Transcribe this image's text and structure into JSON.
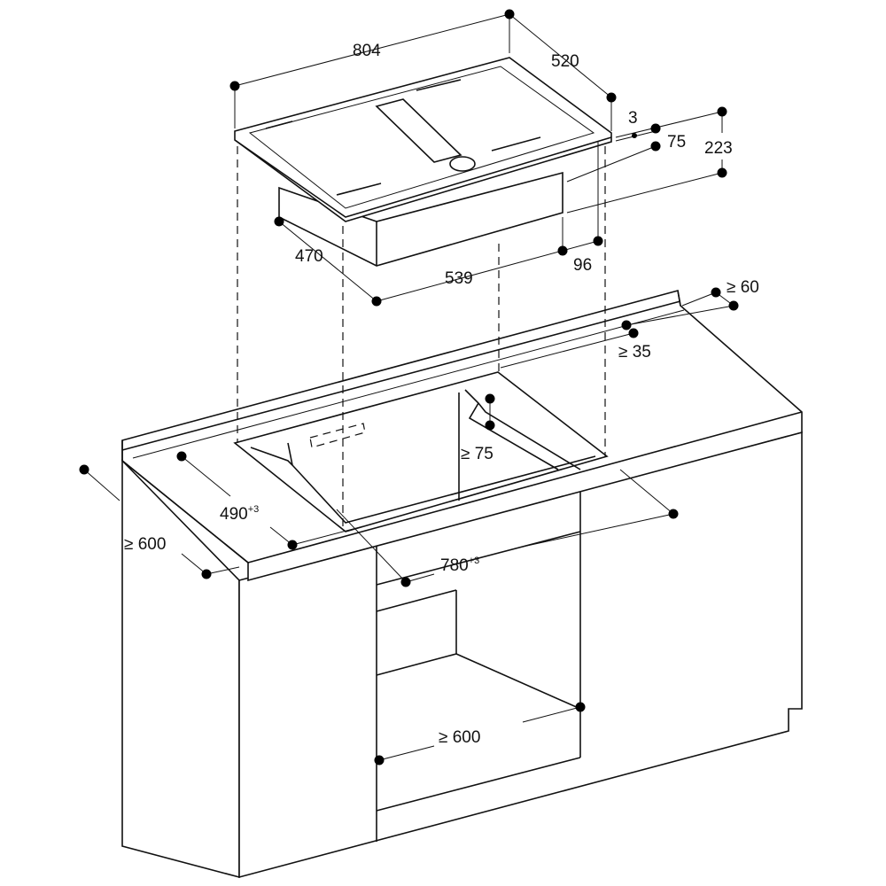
{
  "dimensions": {
    "cooktop_width": "804",
    "cooktop_depth": "520",
    "glass_thickness": "3",
    "frame_height": "75",
    "total_height": "223",
    "body_depth": "470",
    "body_width": "539",
    "body_offset": "96",
    "back_clearance": "≥ 60",
    "rear_gap": "≥ 35",
    "front_gap": "≥ 75",
    "cutout_depth": "490",
    "cutout_depth_tol": "+3",
    "worktop_depth": "≥ 600",
    "cutout_width": "780",
    "cutout_width_tol": "+3",
    "cabinet_width": "≥ 600"
  }
}
